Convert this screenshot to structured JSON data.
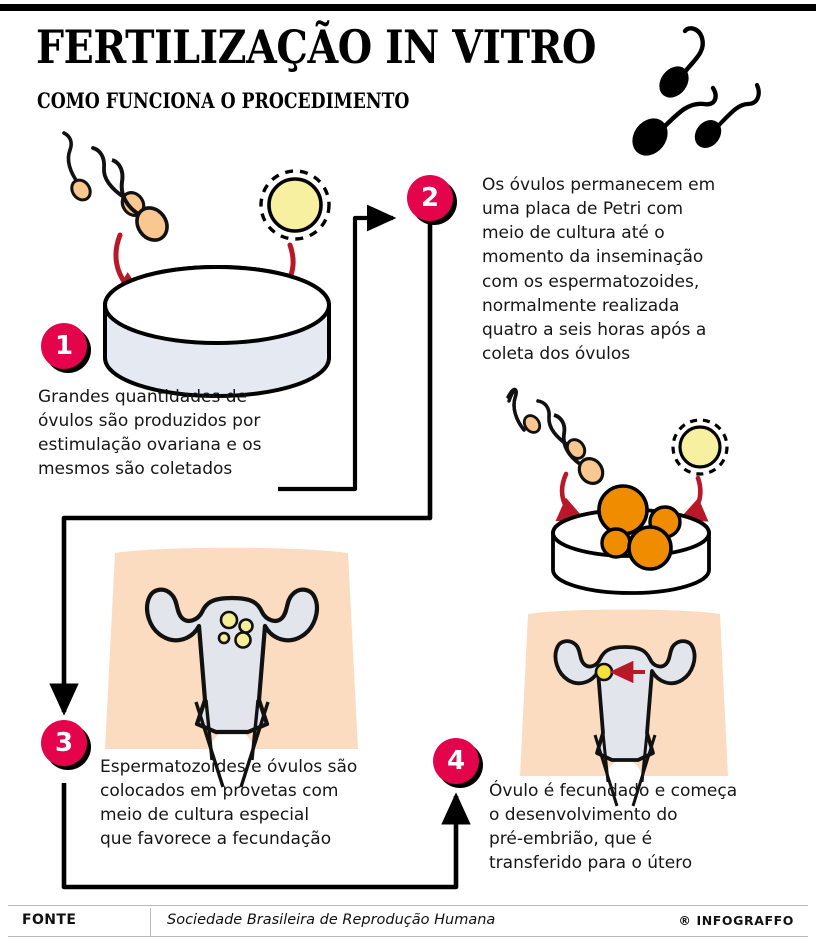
{
  "header": {
    "title": "FERTILIZAÇÃO IN VITRO",
    "subtitle": "COMO FUNCIONA O PROCEDIMENTO"
  },
  "steps": [
    {
      "number": "1",
      "text": "Grandes quantidades de\nóvulos são produzidos por\nestimulação ovariana e os\nmesmos são coletados"
    },
    {
      "number": "2",
      "text": "Os óvulos permanecem em\numa placa de Petri com\nmeio de cultura até o\nmomento da inseminação\ncom os espermatozoides,\nnormalmente realizada\nquatro a seis horas após a\ncoleta dos óvulos"
    },
    {
      "number": "3",
      "text": "Espermatozoides e óvulos são\ncolocados em provetas com\nmeio de cultura especial\nque favorece a fecundação"
    },
    {
      "number": "4",
      "text": "Óvulo é fecundado e começa\no desenvolvimento do\npré-embrião, que é\ntransferido para o útero"
    }
  ],
  "footer": {
    "source_label": "FONTE",
    "source_text": "Sociedade Brasileira de Reprodução Humana",
    "brand": "® INFOGRAFFO"
  },
  "colors": {
    "badge_red": "#E3044B",
    "arrow_red": "#B81828",
    "sperm_head": "#F8C890",
    "ovum_yellow": "#F7F0A0",
    "embryo_orange": "#F08C00",
    "skin": "#FBDCC0",
    "uterus": "#E2E5EC",
    "dish_side": "#E4E9F2",
    "ink": "#000000"
  },
  "illustrations": {
    "header_sperm": "sperm-trio-black",
    "step1_scene": "petri-dish-with-sperm-and-ovum",
    "step2_scene": "petri-dish-with-orange-embryos",
    "step3_scene": "female-torso-uterus-with-eggs",
    "step4_scene": "female-torso-uterus-with-fertilized-egg"
  }
}
